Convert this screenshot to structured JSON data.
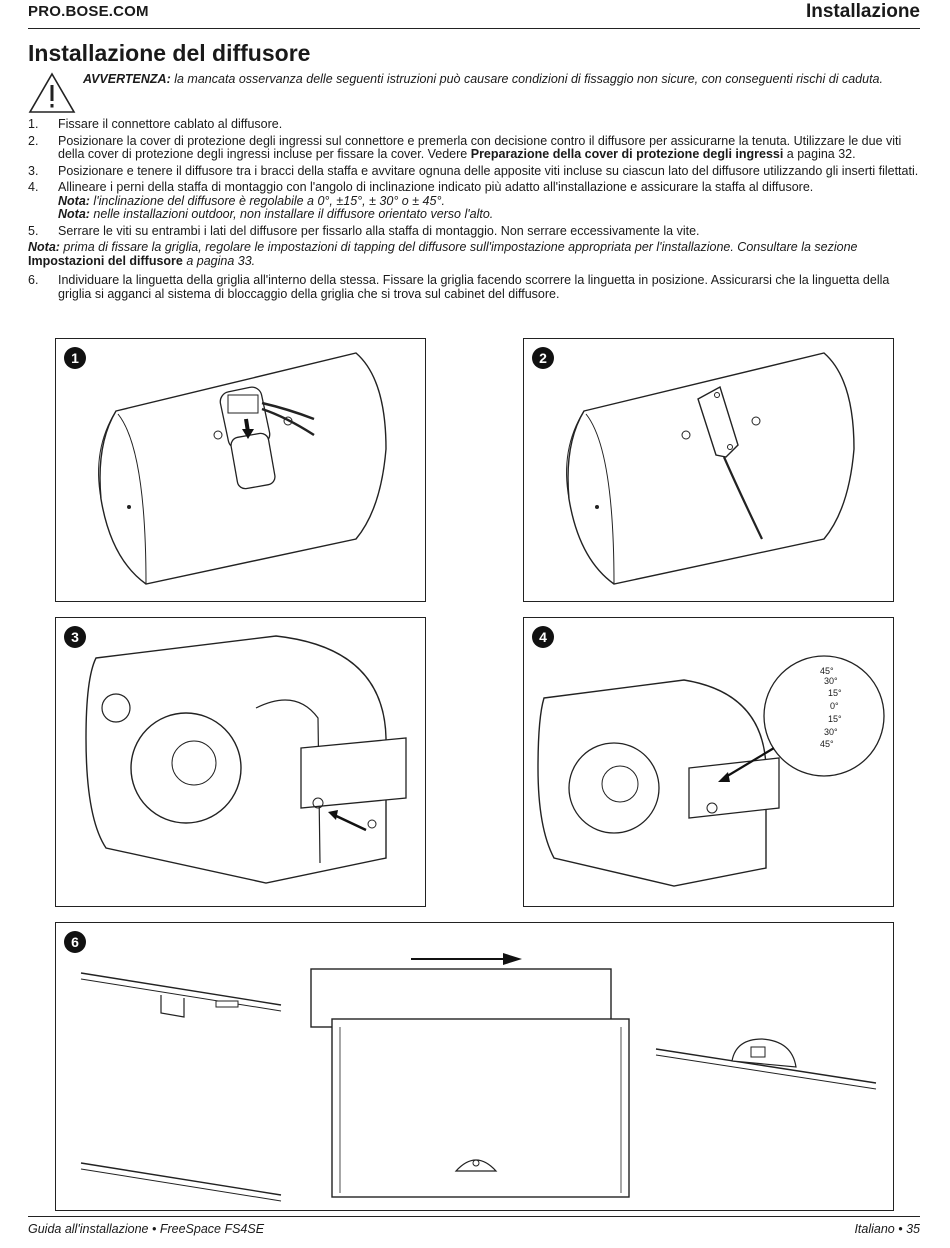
{
  "header": {
    "site": "PRO.BOSE.COM",
    "section": "Installazione"
  },
  "title": "Installazione del diffusore",
  "warning": {
    "label": "AVVERTENZA:",
    "text": " la mancata osservanza delle seguenti istruzioni può causare condizioni di fissaggio non sicure, con conseguenti rischi di caduta."
  },
  "steps": [
    {
      "num": "1.",
      "text": "Fissare il connettore cablato al diffusore."
    },
    {
      "num": "2.",
      "text": "Posizionare la cover di protezione degli ingressi sul connettore e premerla con decisione contro il diffusore per assicurarne la tenuta. Utilizzare le due viti della cover di protezione degli ingressi incluse per fissare la cover. Vedere ",
      "ref": "Preparazione della cover di protezione degli ingressi",
      "tail": " a pagina 32."
    },
    {
      "num": "3.",
      "text": "Posizionare e tenere il diffusore tra i bracci della staffa e avvitare ognuna delle apposite viti incluse su ciascun lato del diffusore utilizzando gli inserti filettati."
    },
    {
      "num": "4.",
      "text": "Allineare i perni della staffa di montaggio con l'angolo di inclinazione indicato più adatto all'installazione e assicurare la staffa al diffusore.",
      "note1_label": "Nota:",
      "note1": " l'inclinazione del diffusore è regolabile a 0°, ±15°, ± 30° o ± 45°.",
      "note2_label": "Nota:",
      "note2": " nelle installazioni outdoor, non installare il diffusore orientato verso l'alto."
    },
    {
      "num": "5.",
      "text": "Serrare le viti su entrambi i lati del diffusore per fissarlo alla staffa di montaggio. Non serrare eccessivamente la vite."
    }
  ],
  "note": {
    "label": "Nota:",
    "text": " prima di fissare la griglia, regolare le impostazioni di tapping del diffusore sull'impostazione appropriata per l'installazione. Consultare la sezione ",
    "ref": "Impostazioni del diffusore",
    "tail": " a pagina 33."
  },
  "step6": {
    "num": "6.",
    "text": "Individuare la linguetta della griglia all'interno della stessa. Fissare la griglia facendo scorrere la linguetta in posizione. Assicurarsi che la linguetta della griglia si agganci al sistema di bloccaggio della griglia che si trova sul cabinet del diffusore."
  },
  "figures": [
    {
      "badge": "1"
    },
    {
      "badge": "2"
    },
    {
      "badge": "3"
    },
    {
      "badge": "4"
    },
    {
      "badge": "6"
    }
  ],
  "angles": [
    "45°",
    "30°",
    "15°",
    "0°",
    "15°",
    "30°",
    "45°"
  ],
  "footer": {
    "left": "Guida all'installazione • FreeSpace FS4SE",
    "right": "Italiano • 35"
  }
}
